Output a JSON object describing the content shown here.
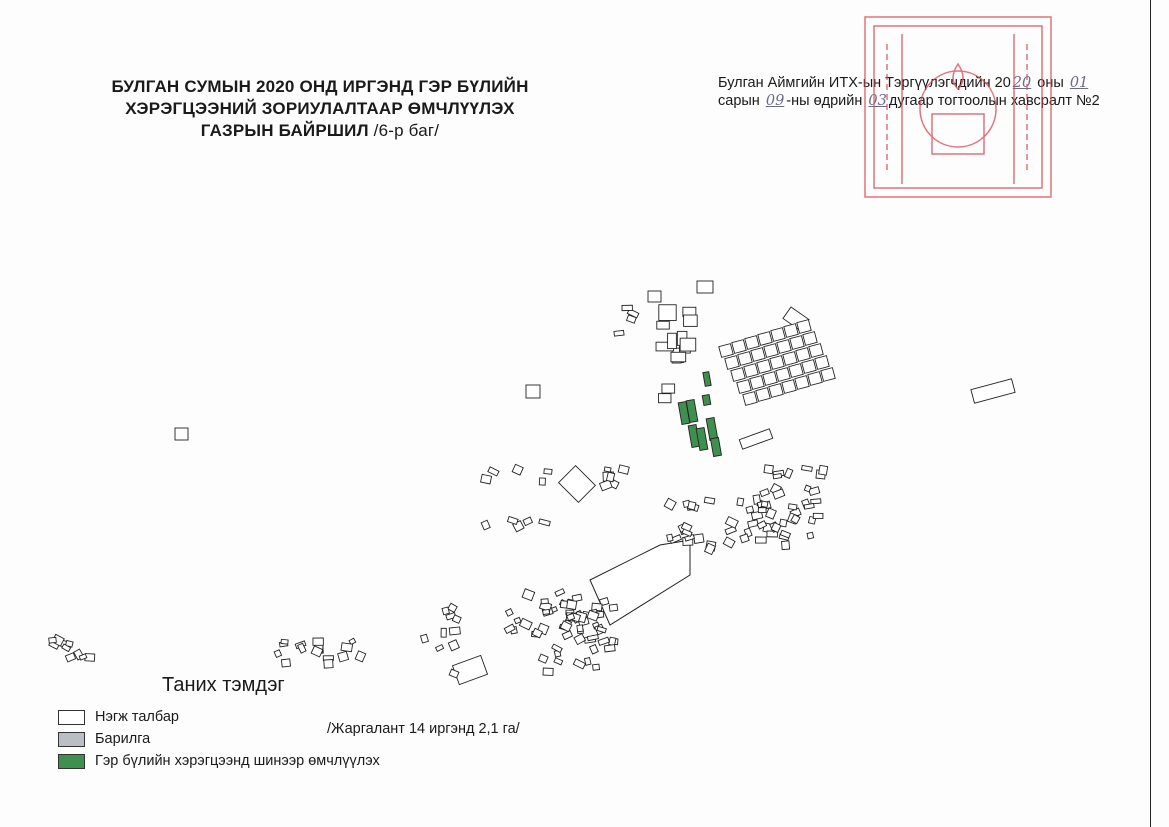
{
  "title": {
    "line1": "БУЛГАН СУМЫН 2020 ОНД ИРГЭНД ГЭР БҮЛИЙН",
    "line2": "ХЭРЭГЦЭЭНИЙ  ЗОРИУЛАЛТААР ӨМЧЛҮҮЛЭХ",
    "line3": "ГАЗРЫН БАЙРШИЛ",
    "line3_suffix": " /6-р баг/"
  },
  "resolution_note": {
    "part1": "Булган Аймгийн ИТХ-ын Тэргүүлэгчдийн 20",
    "year": "20",
    "part2": "оны",
    "month": "01",
    "part3": "сарын",
    "day": "09",
    "part4": "-ны өдрийн",
    "number": "03",
    "part5": "дугаар тогтоолын хавсралт №2"
  },
  "legend": {
    "title": "Таних тэмдэг",
    "items": [
      {
        "label": "Нэгж талбар",
        "color": "#ffffff"
      },
      {
        "label": "Барилга",
        "color": "#b9bfc4"
      },
      {
        "label": "Гэр бүлийн хэрэгцээнд шинээр өмчлүүлэх",
        "color": "#3f8f4f"
      }
    ]
  },
  "area_note": "/Жаргалант 14 иргэнд 2,1 га/",
  "colors": {
    "stamp": "#d9464f",
    "parcel_new": "#3f8f4f"
  }
}
